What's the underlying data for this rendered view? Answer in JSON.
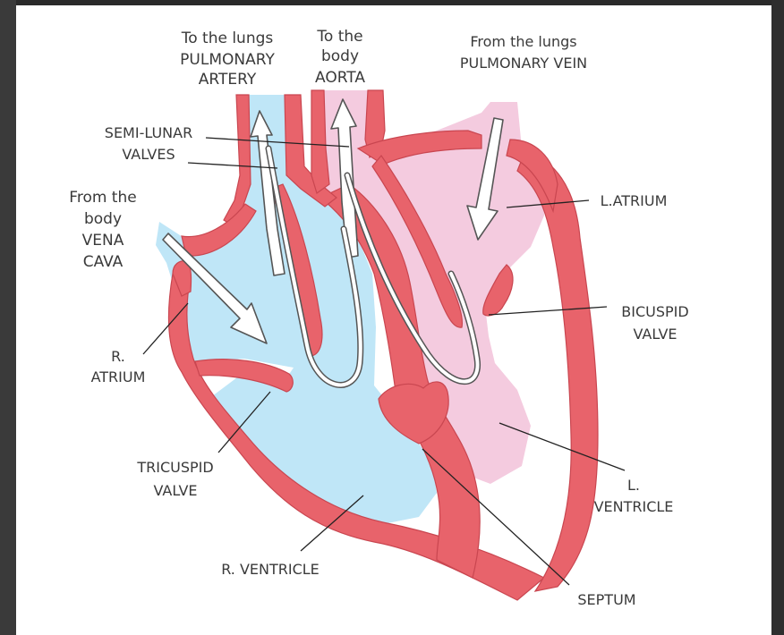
{
  "labels": {
    "pulmonary_artery_line1": "To the lungs",
    "pulmonary_artery_line2": "PULMONARY",
    "pulmonary_artery_line3": "ARTERY",
    "aorta_line1": "To the",
    "aorta_line2": "body",
    "aorta_line3": "AORTA",
    "pulmonary_vein_line1": "From the lungs",
    "pulmonary_vein_line2": "PULMONARY VEIN",
    "semilunar_line1": "SEMI-LUNAR",
    "semilunar_line2": "VALVES",
    "vena_cava_line1": "From the",
    "vena_cava_line2": "body",
    "vena_cava_line3": "VENA",
    "vena_cava_line4": "CAVA",
    "l_atrium": "L.ATRIUM",
    "bicuspid_line1": "BICUSPID",
    "bicuspid_line2": "VALVE",
    "r_atrium_line1": "R.",
    "r_atrium_line2": "ATRIUM",
    "tricuspid_line1": "TRICUSPID",
    "tricuspid_line2": "VALVE",
    "l_ventricle_line1": "L.",
    "l_ventricle_line2": "VENTRICLE",
    "r_ventricle": "R. VENTRICLE",
    "septum": "SEPTUM"
  },
  "colors": {
    "muscle_wall": "#e8636b",
    "deoxygenated_blood": "#bfe6f7",
    "oxygenated_blood": "#f4cbdf",
    "background": "#ffffff",
    "frame": "#3b3b3b"
  }
}
